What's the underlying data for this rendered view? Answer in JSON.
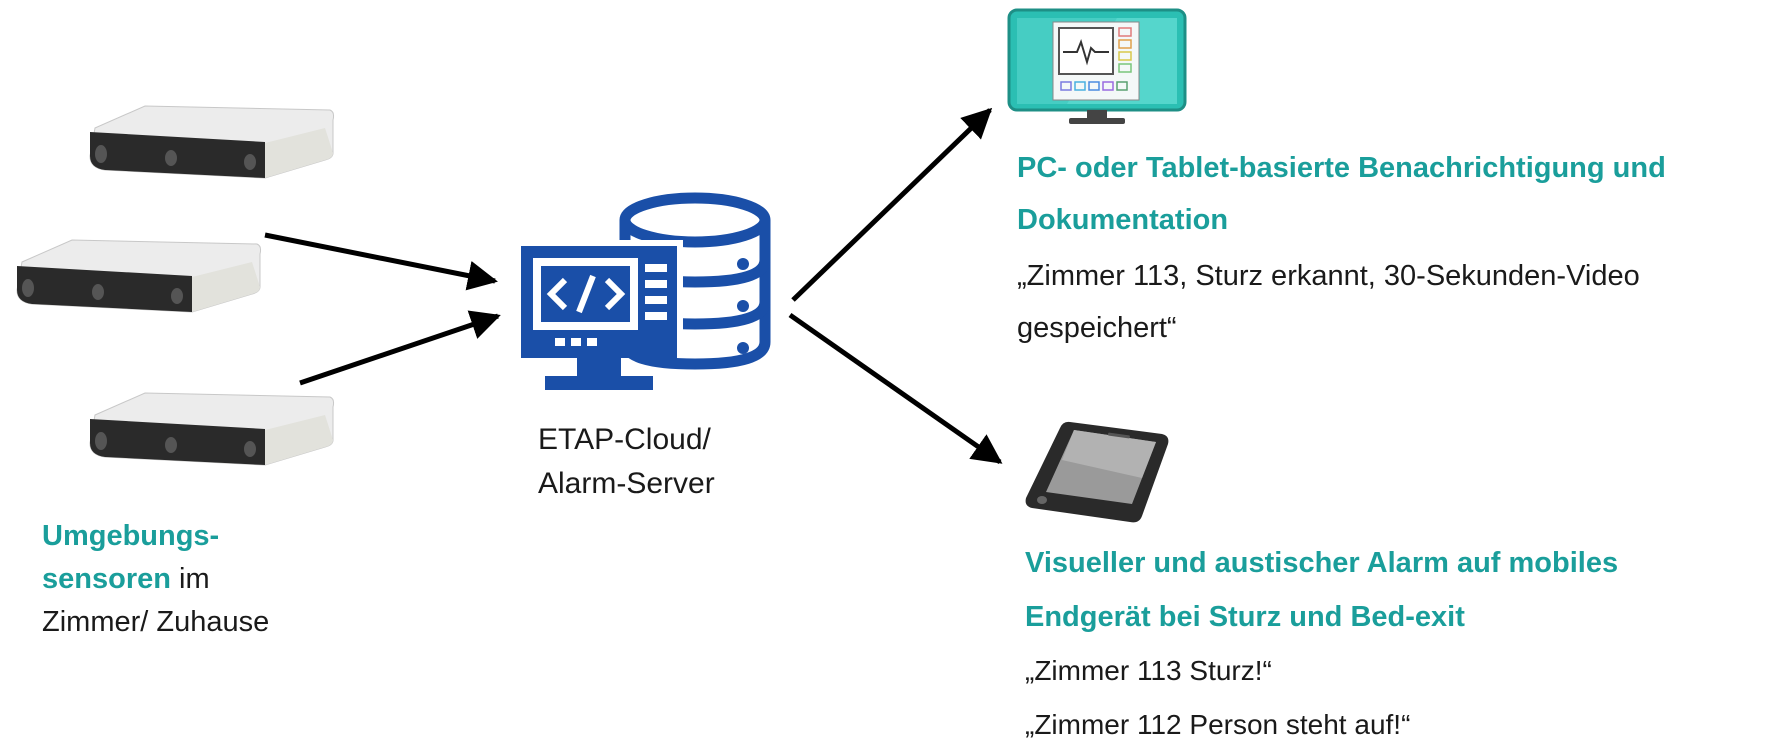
{
  "sensors": {
    "label_part1": "Umgebungs-",
    "label_part2": "sensoren",
    "label_part3": " im",
    "label_part4": "Zimmer/ Zuhause"
  },
  "server": {
    "line1": "ETAP-Cloud/",
    "line2": "Alarm-Server",
    "icon_color": "#1a4fa8"
  },
  "pc_notification": {
    "title": "PC- oder Tablet-basierte Benachrichtigung und Dokumentation",
    "text": "„Zimmer 113, Sturz erkannt, 30-Sekunden-Video gespeichert“"
  },
  "mobile_alarm": {
    "title": "Visueller und austischer Alarm auf mobiles Endgerät bei Sturz und Bed-exit",
    "lines": [
      "„Zimmer 113 Sturz!“",
      "„Zimmer 112 Person steht auf!“"
    ]
  },
  "colors": {
    "accent_teal": "#1a9e9b",
    "server_blue": "#1a4fa8",
    "monitor_teal": "#2bbfb3"
  }
}
